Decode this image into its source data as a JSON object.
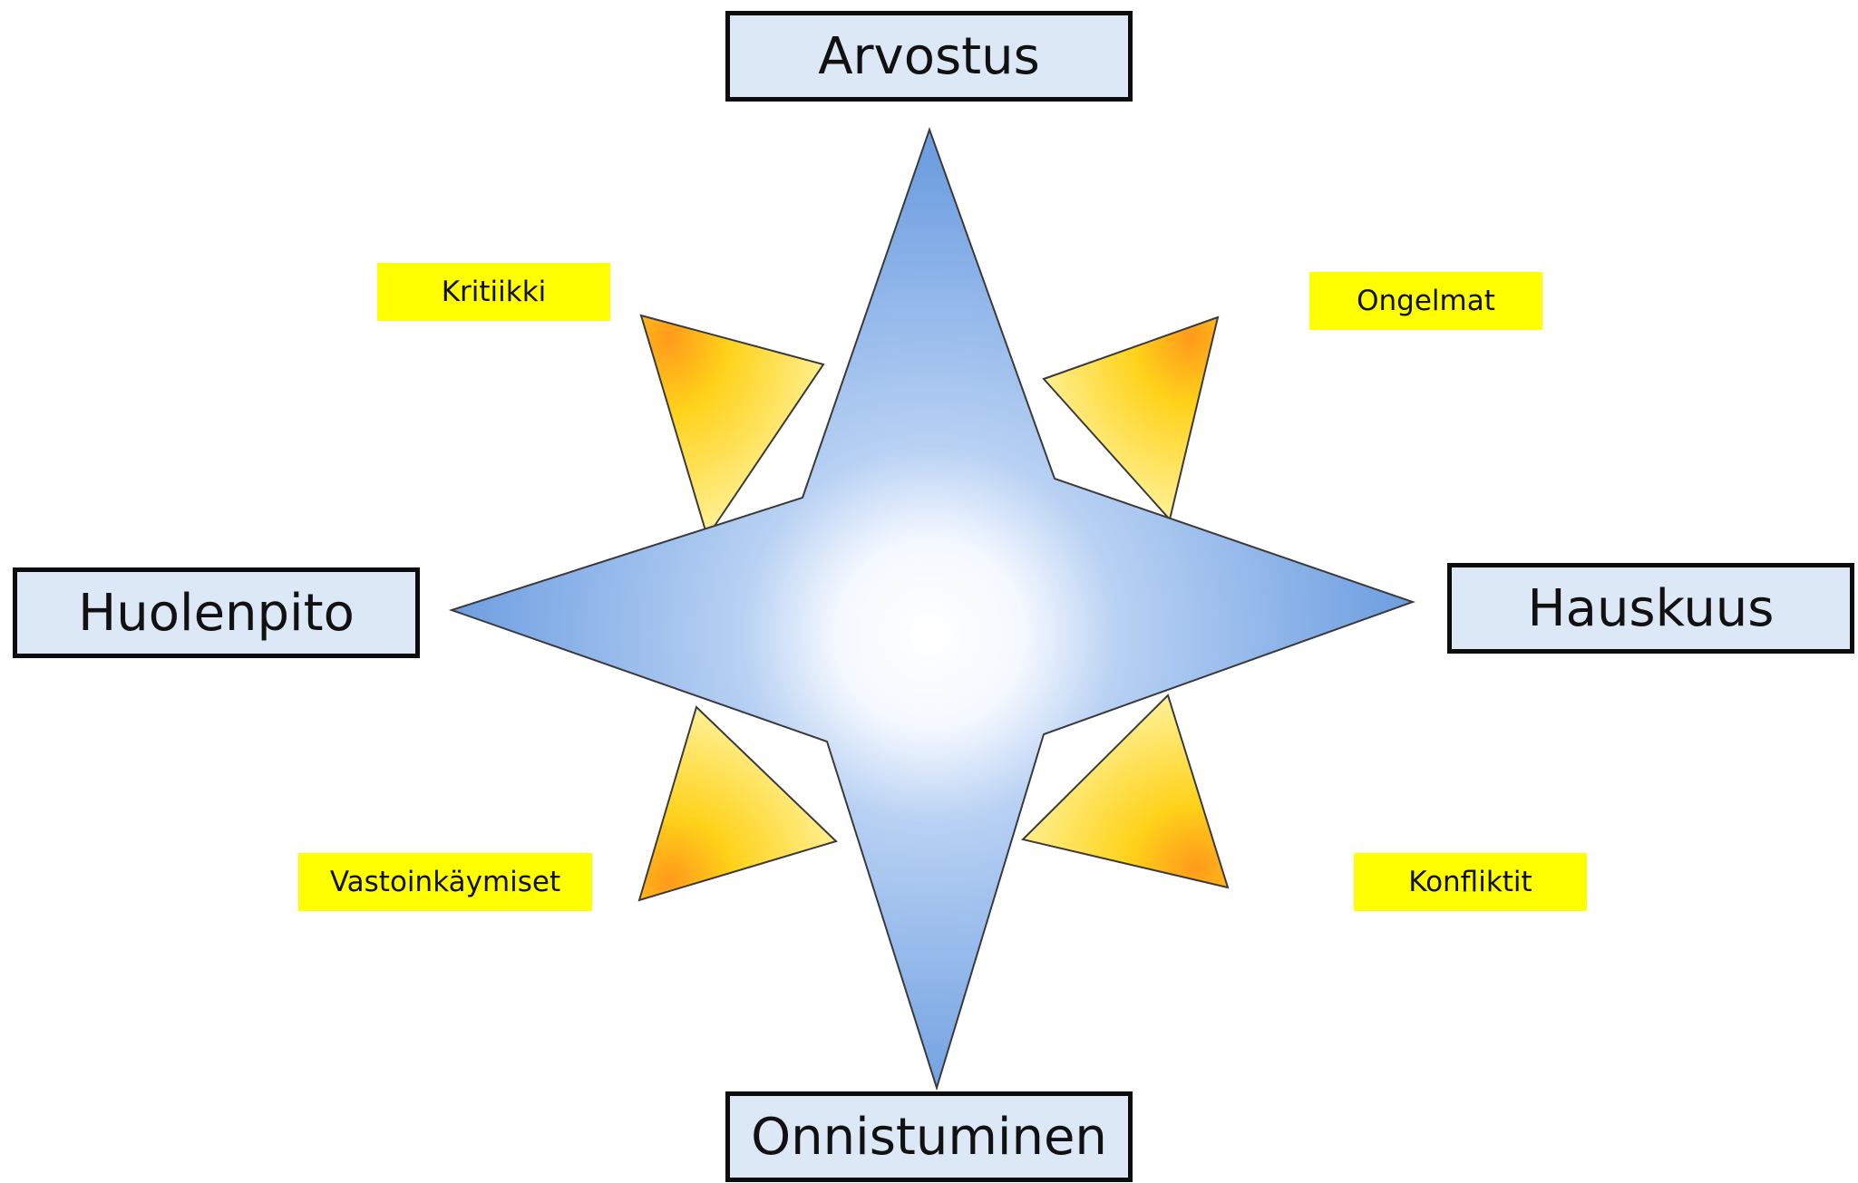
{
  "labels": {
    "top": "Arvostus",
    "left": "Huolenpito",
    "right": "Hauskuus",
    "bottom": "Onnistuminen",
    "top_left": "Kritiikki",
    "top_right": "Ongelmat",
    "bottom_left": "Vastoinkäymiset",
    "bottom_right": "Konfliktit"
  },
  "colors": {
    "main_label_fill": "#dce8f6",
    "minor_label_fill": "#ffff00",
    "star_blue": "#6f9fe0",
    "star_yellow": "#ffd21a",
    "star_orange": "#ff9a1a"
  }
}
